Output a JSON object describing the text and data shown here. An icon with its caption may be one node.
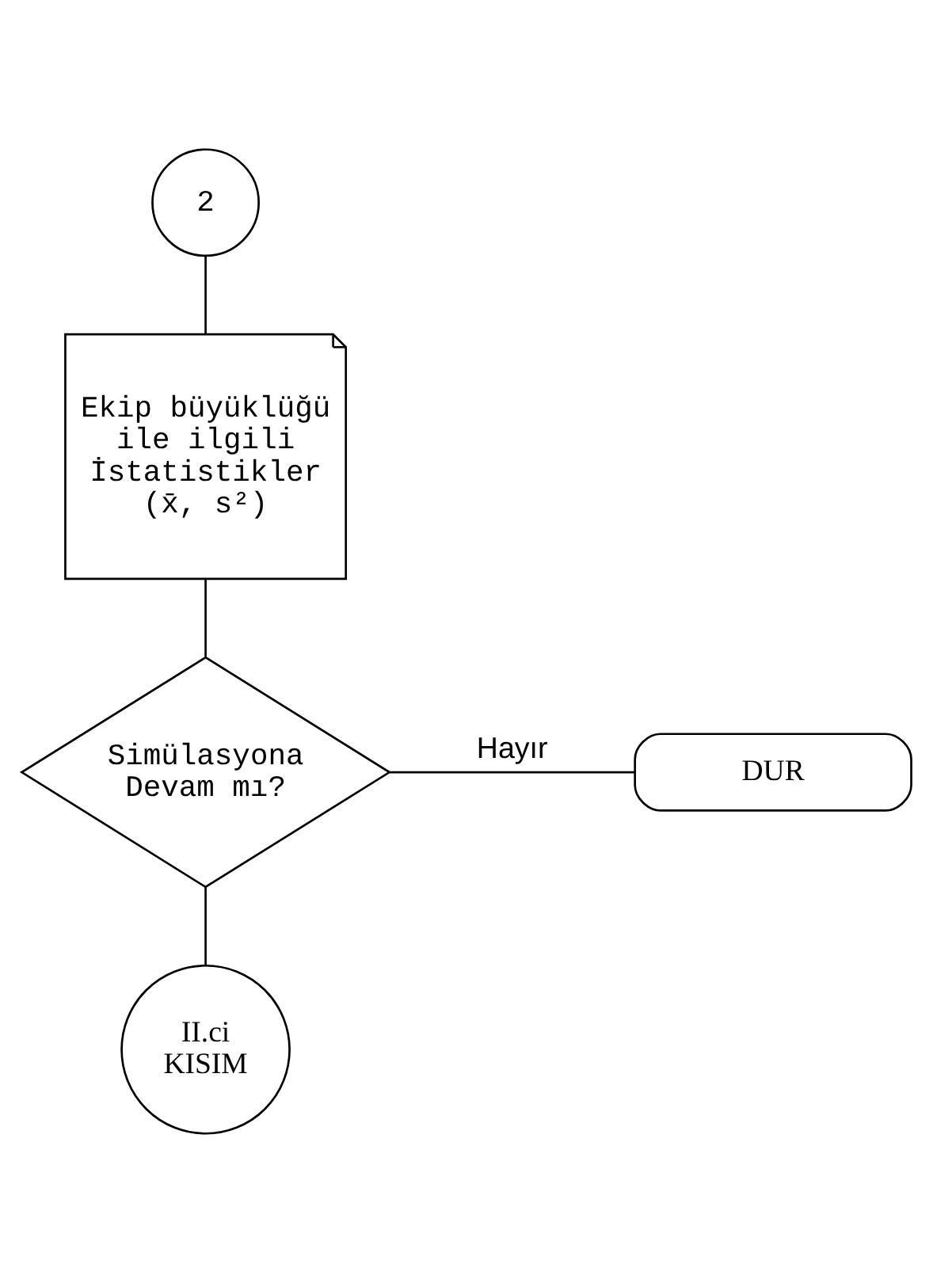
{
  "diagram": {
    "nodes": [
      {
        "text": [
          "2"
        ]
      },
      {
        "text": [
          "Ekip büyüklüğü ile ilgili İstatistikler (x̄, s²)"
        ]
      },
      {
        "text": [
          "Simülasyona Devam mı?"
        ]
      },
      {
        "text": [
          "DUR"
        ]
      },
      {
        "text": [
          "II.ci KISIM"
        ]
      }
    ],
    "edges": [
      {
        "from": 0,
        "to": 1,
        "arrow": "none"
      },
      {
        "from": 1,
        "to": 2,
        "arrow": "none"
      },
      {
        "from": 2,
        "to": 3,
        "arrow": "none",
        "label": "Hayır"
      },
      {
        "from": 2,
        "to": 4,
        "arrow": "none"
      }
    ]
  }
}
